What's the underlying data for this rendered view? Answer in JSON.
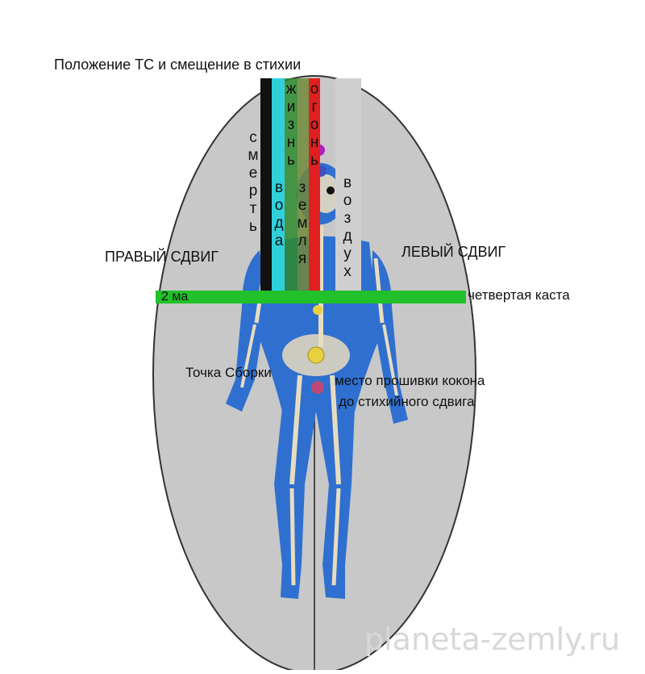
{
  "title": "Положение ТС и смещение в стихии",
  "labels": {
    "right_shift": "ПРАВЫЙ СДВИГ",
    "left_shift": "ЛЕВЫЙ СДВИГ",
    "band_left": "2 ма",
    "band_right": "четвертая каста",
    "assembly_point": "Точка Сборки",
    "cocoon_line1": "место прошивки кокона",
    "cocoon_line2": "до стихийного сдвига"
  },
  "stripes": [
    {
      "name": "смерть",
      "color": "#111111"
    },
    {
      "name": "вода",
      "color": "#2fd0dc"
    },
    {
      "name": "жизнь",
      "color": "#2e8b2e"
    },
    {
      "name": "земля",
      "color": "#6f8b3a"
    },
    {
      "name": "огонь",
      "color": "#e02020"
    },
    {
      "name": "воздух",
      "color": "#cfcfcf"
    }
  ],
  "watermark": "planeta-zemly.ru",
  "colors": {
    "ellipse_fill": "#c8c8c8",
    "band": "#22c02a",
    "body_blue": "#2f6fd0",
    "bone": "#e8dcc0",
    "assembly_dot": "#e8d040"
  }
}
